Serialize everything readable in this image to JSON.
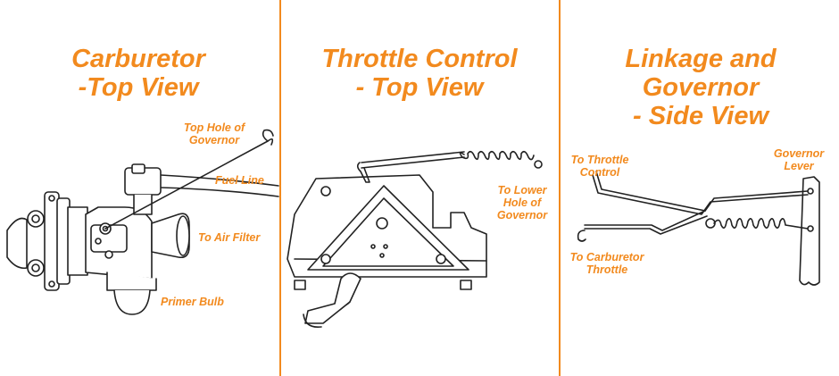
{
  "colors": {
    "accent": "#f28a1e",
    "line": "#222222",
    "fill": "#ffffff",
    "divider": "#f28a1e"
  },
  "panels": [
    {
      "title_line1": "Carburetor",
      "title_line2": "-Top View",
      "labels": {
        "top_hole_1": "Top Hole of",
        "top_hole_2": "Governor",
        "fuel_line": "Fuel Line",
        "air_filter": "To Air Filter",
        "primer_bulb": "Primer Bulb"
      }
    },
    {
      "title_line1": "Throttle Control",
      "title_line2": "- Top View",
      "labels": {
        "lower_hole_1": "To Lower",
        "lower_hole_2": "Hole of",
        "lower_hole_3": "Governor"
      }
    },
    {
      "title_line1": "Linkage and Governor",
      "title_line2": "- Side View",
      "labels": {
        "to_throttle_1": "To Throttle",
        "to_throttle_2": "Control",
        "governor_1": "Governor",
        "governor_2": "Lever",
        "carb_throttle_1": "To Carburetor",
        "carb_throttle_2": "Throttle"
      }
    }
  ]
}
